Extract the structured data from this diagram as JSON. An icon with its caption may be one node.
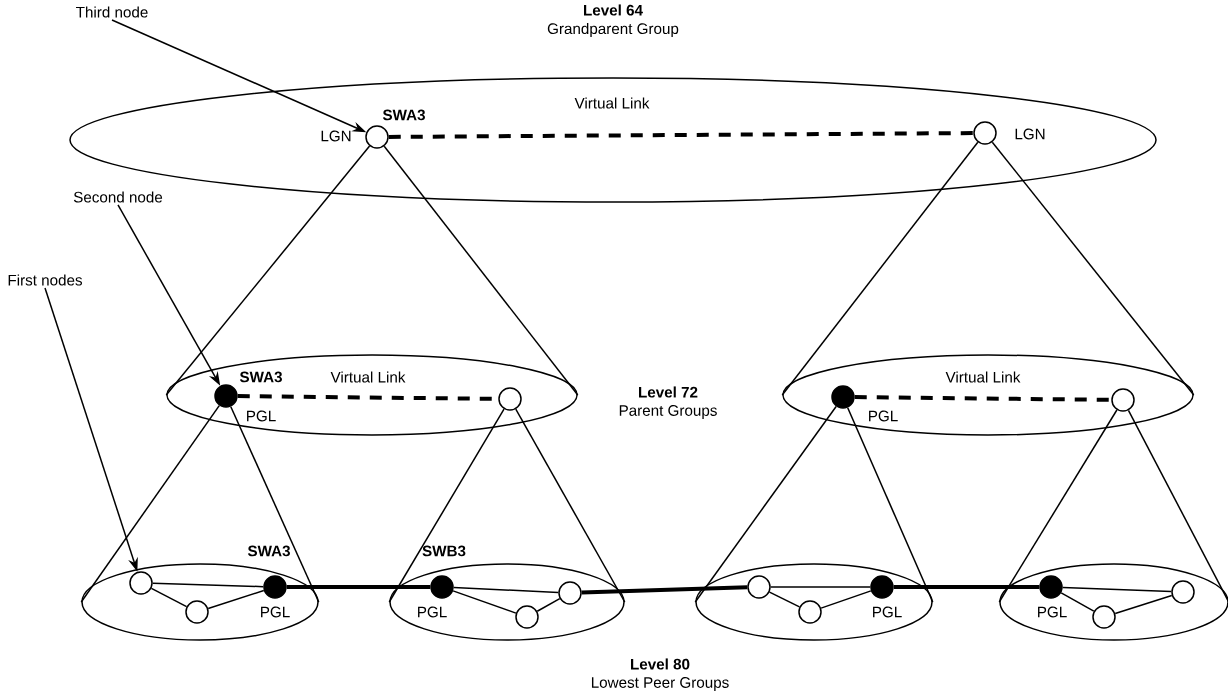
{
  "diagram": {
    "nodes": [
      {
        "text": [
          "Third node"
        ]
      },
      {
        "text": [],
        "shape": "ellipse"
      },
      {
        "text": [],
        "shape": "circle",
        "in": 1,
        "beside": [
          "SWA3",
          "LGN"
        ]
      },
      {
        "text": [],
        "shape": "circle",
        "in": 1,
        "beside": [
          "LGN"
        ]
      },
      {
        "text": [
          "Second node"
        ]
      },
      {
        "text": [],
        "shape": "ellipse"
      },
      {
        "text": [],
        "shape": "dot",
        "in": 5,
        "beside": [
          "SWA3",
          "PGL"
        ]
      },
      {
        "text": [],
        "shape": "circle",
        "in": 5
      },
      {
        "text": [],
        "shape": "ellipse"
      },
      {
        "text": [],
        "shape": "dot",
        "in": 8,
        "beside": [
          "PGL"
        ]
      },
      {
        "text": [],
        "shape": "circle",
        "in": 8
      },
      {
        "text": [
          "First nodes"
        ]
      },
      {
        "text": [],
        "shape": "ellipse"
      },
      {
        "text": [],
        "shape": "circle",
        "in": 12
      },
      {
        "text": [],
        "shape": "circle",
        "in": 12
      },
      {
        "text": [],
        "shape": "dot",
        "in": 12,
        "beside": [
          "SWA3",
          "PGL"
        ]
      },
      {
        "text": [],
        "shape": "ellipse"
      },
      {
        "text": [],
        "shape": "dot",
        "in": 16,
        "beside": [
          "SWB3",
          "PGL"
        ]
      },
      {
        "text": [],
        "shape": "circle",
        "in": 16
      },
      {
        "text": [],
        "shape": "circle",
        "in": 16
      },
      {
        "text": [],
        "shape": "ellipse"
      },
      {
        "text": [],
        "shape": "circle",
        "in": 20
      },
      {
        "text": [],
        "shape": "circle",
        "in": 20
      },
      {
        "text": [],
        "shape": "dot",
        "in": 20,
        "beside": [
          "PGL"
        ]
      },
      {
        "text": [],
        "shape": "ellipse"
      },
      {
        "text": [],
        "shape": "dot",
        "in": 24,
        "beside": [
          "PGL"
        ]
      },
      {
        "text": [],
        "shape": "circle",
        "in": 24
      },
      {
        "text": [],
        "shape": "circle",
        "in": 24
      }
    ],
    "edges": [
      {
        "from": 0,
        "to": 2,
        "arrow": "to"
      },
      {
        "from": 4,
        "to": 6,
        "arrow": "to"
      },
      {
        "from": 11,
        "to": 13,
        "arrow": "to"
      },
      {
        "from": 2,
        "to": 3,
        "arrow": "none",
        "style": "dashed",
        "label": "Virtual Link"
      },
      {
        "from": 6,
        "to": 7,
        "arrow": "none",
        "style": "dashed",
        "label": "Virtual Link"
      },
      {
        "from": 9,
        "to": 10,
        "arrow": "none",
        "style": "dashed",
        "label": "Virtual Link"
      },
      {
        "from": 2,
        "to": 5,
        "arrow": "none"
      },
      {
        "from": 2,
        "to": 5,
        "arrow": "none"
      },
      {
        "from": 3,
        "to": 8,
        "arrow": "none"
      },
      {
        "from": 3,
        "to": 8,
        "arrow": "none"
      },
      {
        "from": 6,
        "to": 12,
        "arrow": "none"
      },
      {
        "from": 6,
        "to": 12,
        "arrow": "none"
      },
      {
        "from": 7,
        "to": 16,
        "arrow": "none"
      },
      {
        "from": 7,
        "to": 16,
        "arrow": "none"
      },
      {
        "from": 9,
        "to": 20,
        "arrow": "none"
      },
      {
        "from": 9,
        "to": 20,
        "arrow": "none"
      },
      {
        "from": 10,
        "to": 24,
        "arrow": "none"
      },
      {
        "from": 10,
        "to": 24,
        "arrow": "none"
      },
      {
        "from": 13,
        "to": 15,
        "arrow": "none"
      },
      {
        "from": 13,
        "to": 14,
        "arrow": "none"
      },
      {
        "from": 14,
        "to": 15,
        "arrow": "none"
      },
      {
        "from": 17,
        "to": 19,
        "arrow": "none"
      },
      {
        "from": 17,
        "to": 18,
        "arrow": "none"
      },
      {
        "from": 18,
        "to": 19,
        "arrow": "none"
      },
      {
        "from": 21,
        "to": 23,
        "arrow": "none"
      },
      {
        "from": 21,
        "to": 22,
        "arrow": "none"
      },
      {
        "from": 22,
        "to": 23,
        "arrow": "none"
      },
      {
        "from": 25,
        "to": 27,
        "arrow": "none"
      },
      {
        "from": 25,
        "to": 26,
        "arrow": "none"
      },
      {
        "from": 26,
        "to": 27,
        "arrow": "none"
      },
      {
        "from": 15,
        "to": 17,
        "arrow": "none",
        "style": "thick"
      },
      {
        "from": 19,
        "to": 21,
        "arrow": "none",
        "style": "thick"
      },
      {
        "from": 23,
        "to": 25,
        "arrow": "none",
        "style": "thick"
      }
    ],
    "labels": [
      "Level 64",
      "Grandparent Group",
      "Level 72",
      "Parent Groups",
      "Level 80",
      "Lowest Peer Groups"
    ]
  }
}
